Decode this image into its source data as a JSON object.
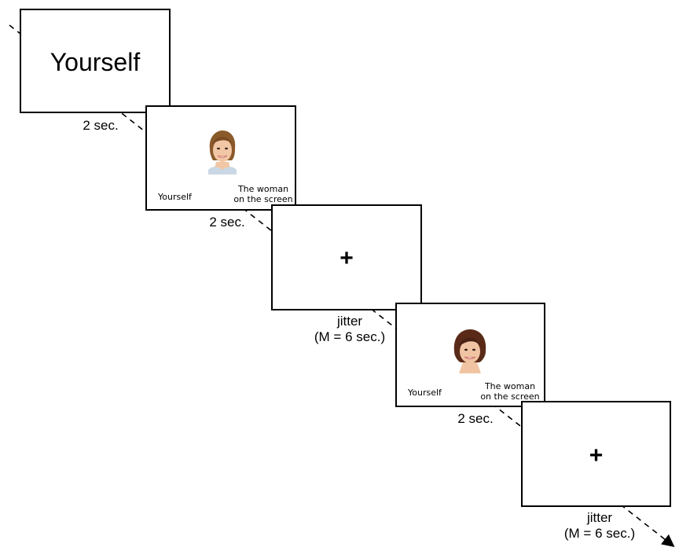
{
  "screens": {
    "cue": {
      "word": "Yourself"
    },
    "choice_1": {
      "left_option": "Yourself",
      "right_option_line1": "The woman",
      "right_option_line2": "on the screen",
      "face": "woman-face-1"
    },
    "fixation_1": {
      "symbol": "+"
    },
    "choice_2": {
      "left_option": "Yourself",
      "right_option_line1": "The woman",
      "right_option_line2": "on the screen",
      "face": "woman-face-2"
    },
    "fixation_2": {
      "symbol": "+"
    }
  },
  "durations": {
    "cue": "2 sec.",
    "choice_1": "2 sec.",
    "fixation_1_line1": "jitter",
    "fixation_1_line2": "(M = 6 sec.)",
    "choice_2": "2 sec.",
    "fixation_2_line1": "jitter",
    "fixation_2_line2": "(M = 6 sec.)"
  }
}
